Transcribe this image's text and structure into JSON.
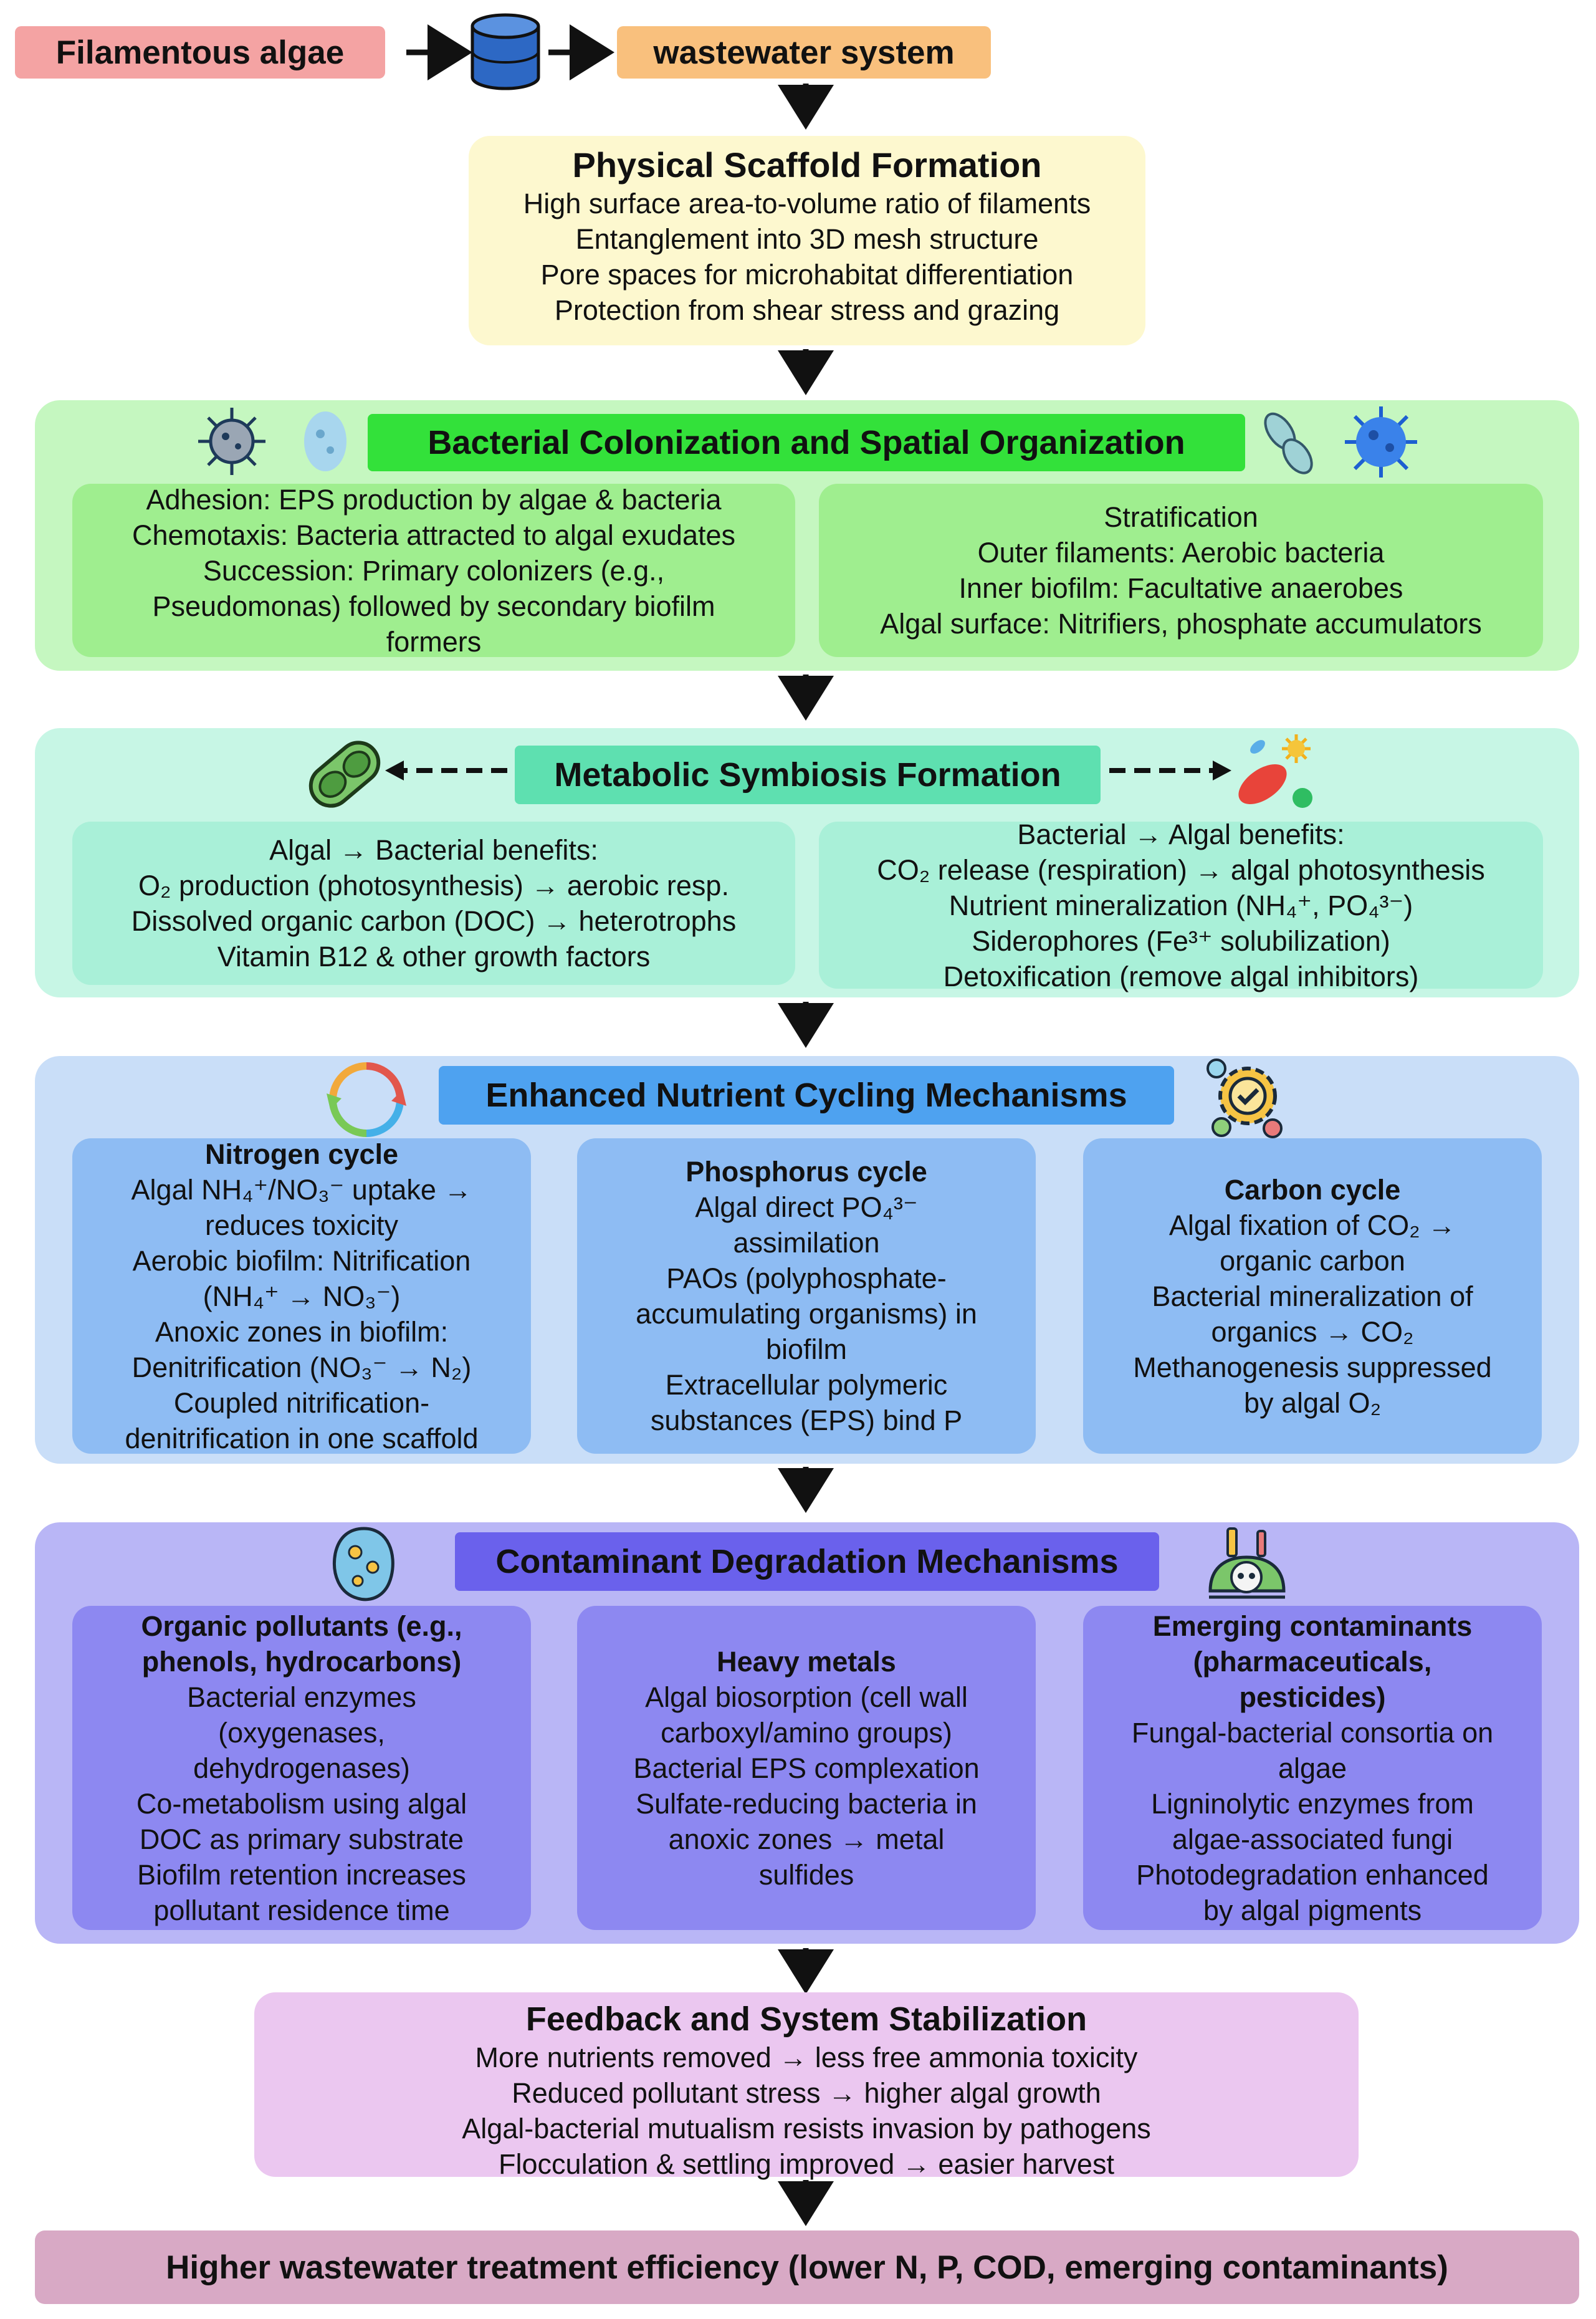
{
  "top": {
    "source": "Filamentous algae",
    "target": "wastewater system"
  },
  "scaffold": {
    "title": "Physical Scaffold Formation",
    "lines": [
      "High surface area-to-volume ratio of filaments",
      "Entanglement into 3D mesh structure",
      "Pore spaces for microhabitat differentiation",
      "Protection from shear stress and grazing"
    ]
  },
  "colonization": {
    "title": "Bacterial Colonization and Spatial Organization",
    "left": [
      "Adhesion: EPS production by algae & bacteria",
      "Chemotaxis: Bacteria attracted to algal exudates",
      "Succession: Primary colonizers (e.g.,",
      "Pseudomonas) followed by secondary biofilm",
      "formers"
    ],
    "right": [
      "Stratification",
      "Outer filaments: Aerobic bacteria",
      "Inner biofilm: Facultative anaerobes",
      "Algal surface: Nitrifiers, phosphate accumulators"
    ]
  },
  "symbiosis": {
    "title": "Metabolic Symbiosis Formation",
    "left_heading": "Algal → Bacterial benefits:",
    "left_lines": [
      "O₂ production (photosynthesis) → aerobic resp.",
      "Dissolved organic carbon (DOC) → heterotrophs",
      "Vitamin B12 & other growth factors"
    ],
    "right_heading": "Bacterial → Algal benefits:",
    "right_lines": [
      "CO₂ release (respiration) → algal photosynthesis",
      "Nutrient mineralization (NH₄⁺, PO₄³⁻)",
      "Siderophores (Fe³⁺ solubilization)",
      "Detoxification (remove algal inhibitors)"
    ]
  },
  "nutrient": {
    "title": "Enhanced Nutrient Cycling Mechanisms",
    "nitrogen": {
      "title": "Nitrogen cycle",
      "lines": [
        "Algal NH₄⁺/NO₃⁻ uptake →",
        "reduces toxicity",
        "Aerobic biofilm: Nitrification",
        "(NH₄⁺ → NO₃⁻)",
        "Anoxic zones in biofilm:",
        "Denitrification (NO₃⁻ → N₂)",
        "Coupled nitrification-",
        "denitrification in one scaffold"
      ]
    },
    "phosphorus": {
      "title": "Phosphorus cycle",
      "lines": [
        "Algal direct PO₄³⁻",
        "assimilation",
        "PAOs (polyphosphate-",
        "accumulating organisms) in",
        "biofilm",
        "Extracellular polymeric",
        "substances (EPS) bind P"
      ]
    },
    "carbon": {
      "title": "Carbon cycle",
      "lines": [
        "Algal fixation of CO₂ →",
        "organic carbon",
        "Bacterial mineralization of",
        "organics → CO₂",
        "Methanogenesis suppressed",
        "by algal O₂"
      ]
    }
  },
  "contaminant": {
    "title": "Contaminant Degradation Mechanisms",
    "organic": {
      "title_lines": [
        "Organic pollutants (e.g.,",
        "phenols, hydrocarbons)"
      ],
      "lines": [
        "Bacterial enzymes",
        "(oxygenases,",
        "dehydrogenases)",
        "Co-metabolism using algal",
        "DOC as primary substrate",
        "Biofilm retention increases",
        "pollutant residence time"
      ]
    },
    "metals": {
      "title_lines": [
        "Heavy metals"
      ],
      "lines": [
        "Algal biosorption (cell wall",
        "carboxyl/amino groups)",
        "Bacterial EPS complexation",
        "Sulfate-reducing bacteria in",
        "anoxic zones → metal",
        "sulfides"
      ]
    },
    "emerging": {
      "title_lines": [
        "Emerging contaminants",
        "(pharmaceuticals,",
        "pesticides)"
      ],
      "lines": [
        "Fungal-bacterial consortia on",
        "algae",
        "Ligninolytic enzymes from",
        "algae-associated fungi",
        "Photodegradation enhanced",
        "by algal pigments"
      ]
    }
  },
  "feedback": {
    "title": "Feedback and System Stabilization",
    "lines": [
      "More nutrients removed → less free ammonia toxicity",
      "Reduced pollutant stress → higher algal growth",
      "Algal-bacterial mutualism resists invasion by pathogens",
      "Flocculation & settling improved → easier harvest"
    ]
  },
  "result": "Higher wastewater treatment efficiency (lower N, P, COD, emerging contaminants)",
  "colors": {
    "source_box": "#f4a3a3",
    "target_box": "#f9c07d",
    "scaffold_bg": "#fdf8cf",
    "colon_bg": "#c5f7c0",
    "colon_inner": "#9fee8f",
    "colon_header": "#33e13a",
    "sym_bg": "#c7f6e5",
    "sym_inner": "#a9f0d8",
    "sym_header": "#5ee0b0",
    "nut_bg": "#c9def8",
    "nut_inner": "#8ebcf3",
    "nut_header": "#4ea2f0",
    "con_bg": "#b9b6f6",
    "con_inner": "#8d88f1",
    "con_header": "#6a61ec",
    "fb_bg": "#ebc7f0",
    "result_bg": "#d8a9c5"
  },
  "icons": [
    "database-cylinder-icon",
    "virus-icon",
    "bacterium-icon",
    "bacteria-pair-icon",
    "microbe-cluster-icon",
    "algal-cell-icon",
    "microbes-icon",
    "cycle-arrows-icon",
    "gear-check-icon",
    "cell-colony-icon",
    "skull-contaminants-icon"
  ]
}
